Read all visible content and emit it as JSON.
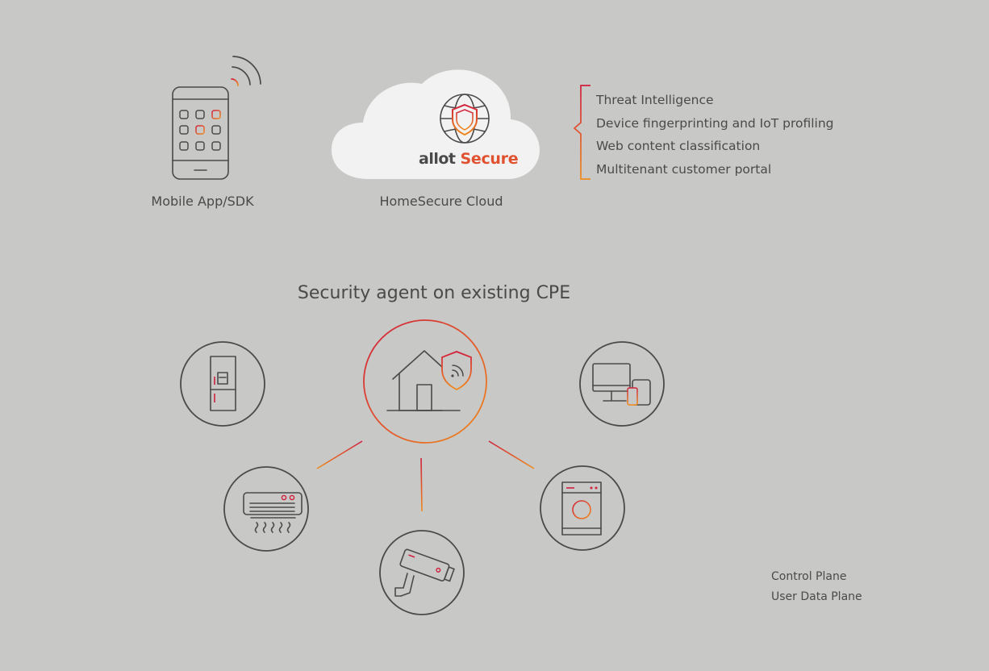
{
  "diagram": {
    "mobile_label": "Mobile App/SDK",
    "cloud_label": "HomeSecure Cloud",
    "brand": {
      "part1": "allot",
      "part2": "Secure"
    },
    "features": [
      "Threat Intelligence",
      "Device fingerprinting and IoT profiling",
      "Web content classification",
      "Multitenant customer portal"
    ],
    "agent_title": "Security agent on existing CPE",
    "legend": {
      "control_plane": "Control Plane",
      "user_data_plane": "User Data Plane"
    }
  },
  "colors": {
    "background": "#c8c8c6",
    "text": "#4a4a4a",
    "accent_red": "#d11f3c",
    "accent_orange": "#f08a1c",
    "cloud": "#f2f2f2"
  }
}
